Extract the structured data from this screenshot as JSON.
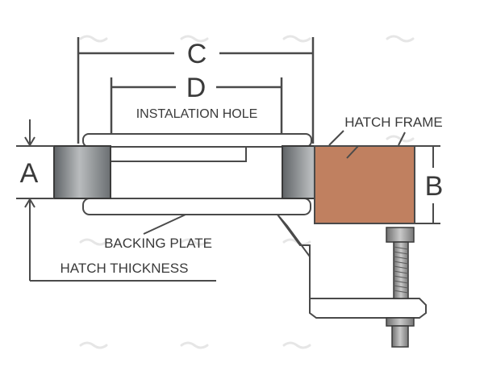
{
  "diagram": {
    "labels": {
      "c": "C",
      "d": "D",
      "installation_hole": "INSTALATION HOLE",
      "hatch_frame": "HATCH  FRAME",
      "a": "A",
      "b": "B",
      "backing_plate": "BACKING PLATE",
      "hatch_thickness": "HATCH THICKNESS"
    },
    "colors": {
      "line": "#4a4a4a",
      "frame_fill": "#c08060",
      "hatch_gray": "#8a8e90",
      "bolt_gray": "#8c8c8c"
    }
  }
}
